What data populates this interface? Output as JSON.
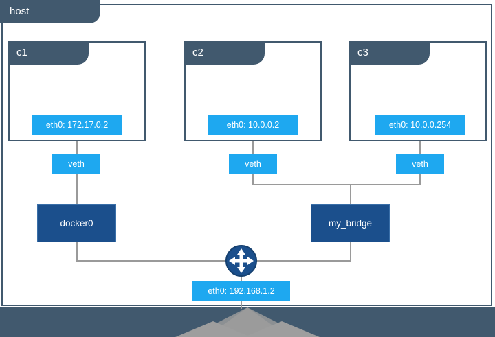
{
  "diagram": {
    "title": "host",
    "colors": {
      "slate": "#41596e",
      "bright_blue": "#1ea8f0",
      "dark_blue": "#1b4f8c",
      "line_gray": "#9a9a9a",
      "mountain_gray": "#9e9e9e",
      "white": "#ffffff"
    },
    "host": {
      "label": "host"
    },
    "containers": [
      {
        "name": "c1",
        "interface": "eth0: 172.17.0.2"
      },
      {
        "name": "c2",
        "interface": "eth0: 10.0.0.2"
      },
      {
        "name": "c3",
        "interface": "eth0: 10.0.0.254"
      }
    ],
    "veths": [
      {
        "label": "veth"
      },
      {
        "label": "veth"
      },
      {
        "label": "veth"
      }
    ],
    "bridges": [
      {
        "label": "docker0"
      },
      {
        "label": "my_bridge"
      }
    ],
    "router": {
      "icon": "four-way-arrow-icon"
    },
    "host_interface": {
      "label": "eth0: 192.168.1.2"
    }
  }
}
